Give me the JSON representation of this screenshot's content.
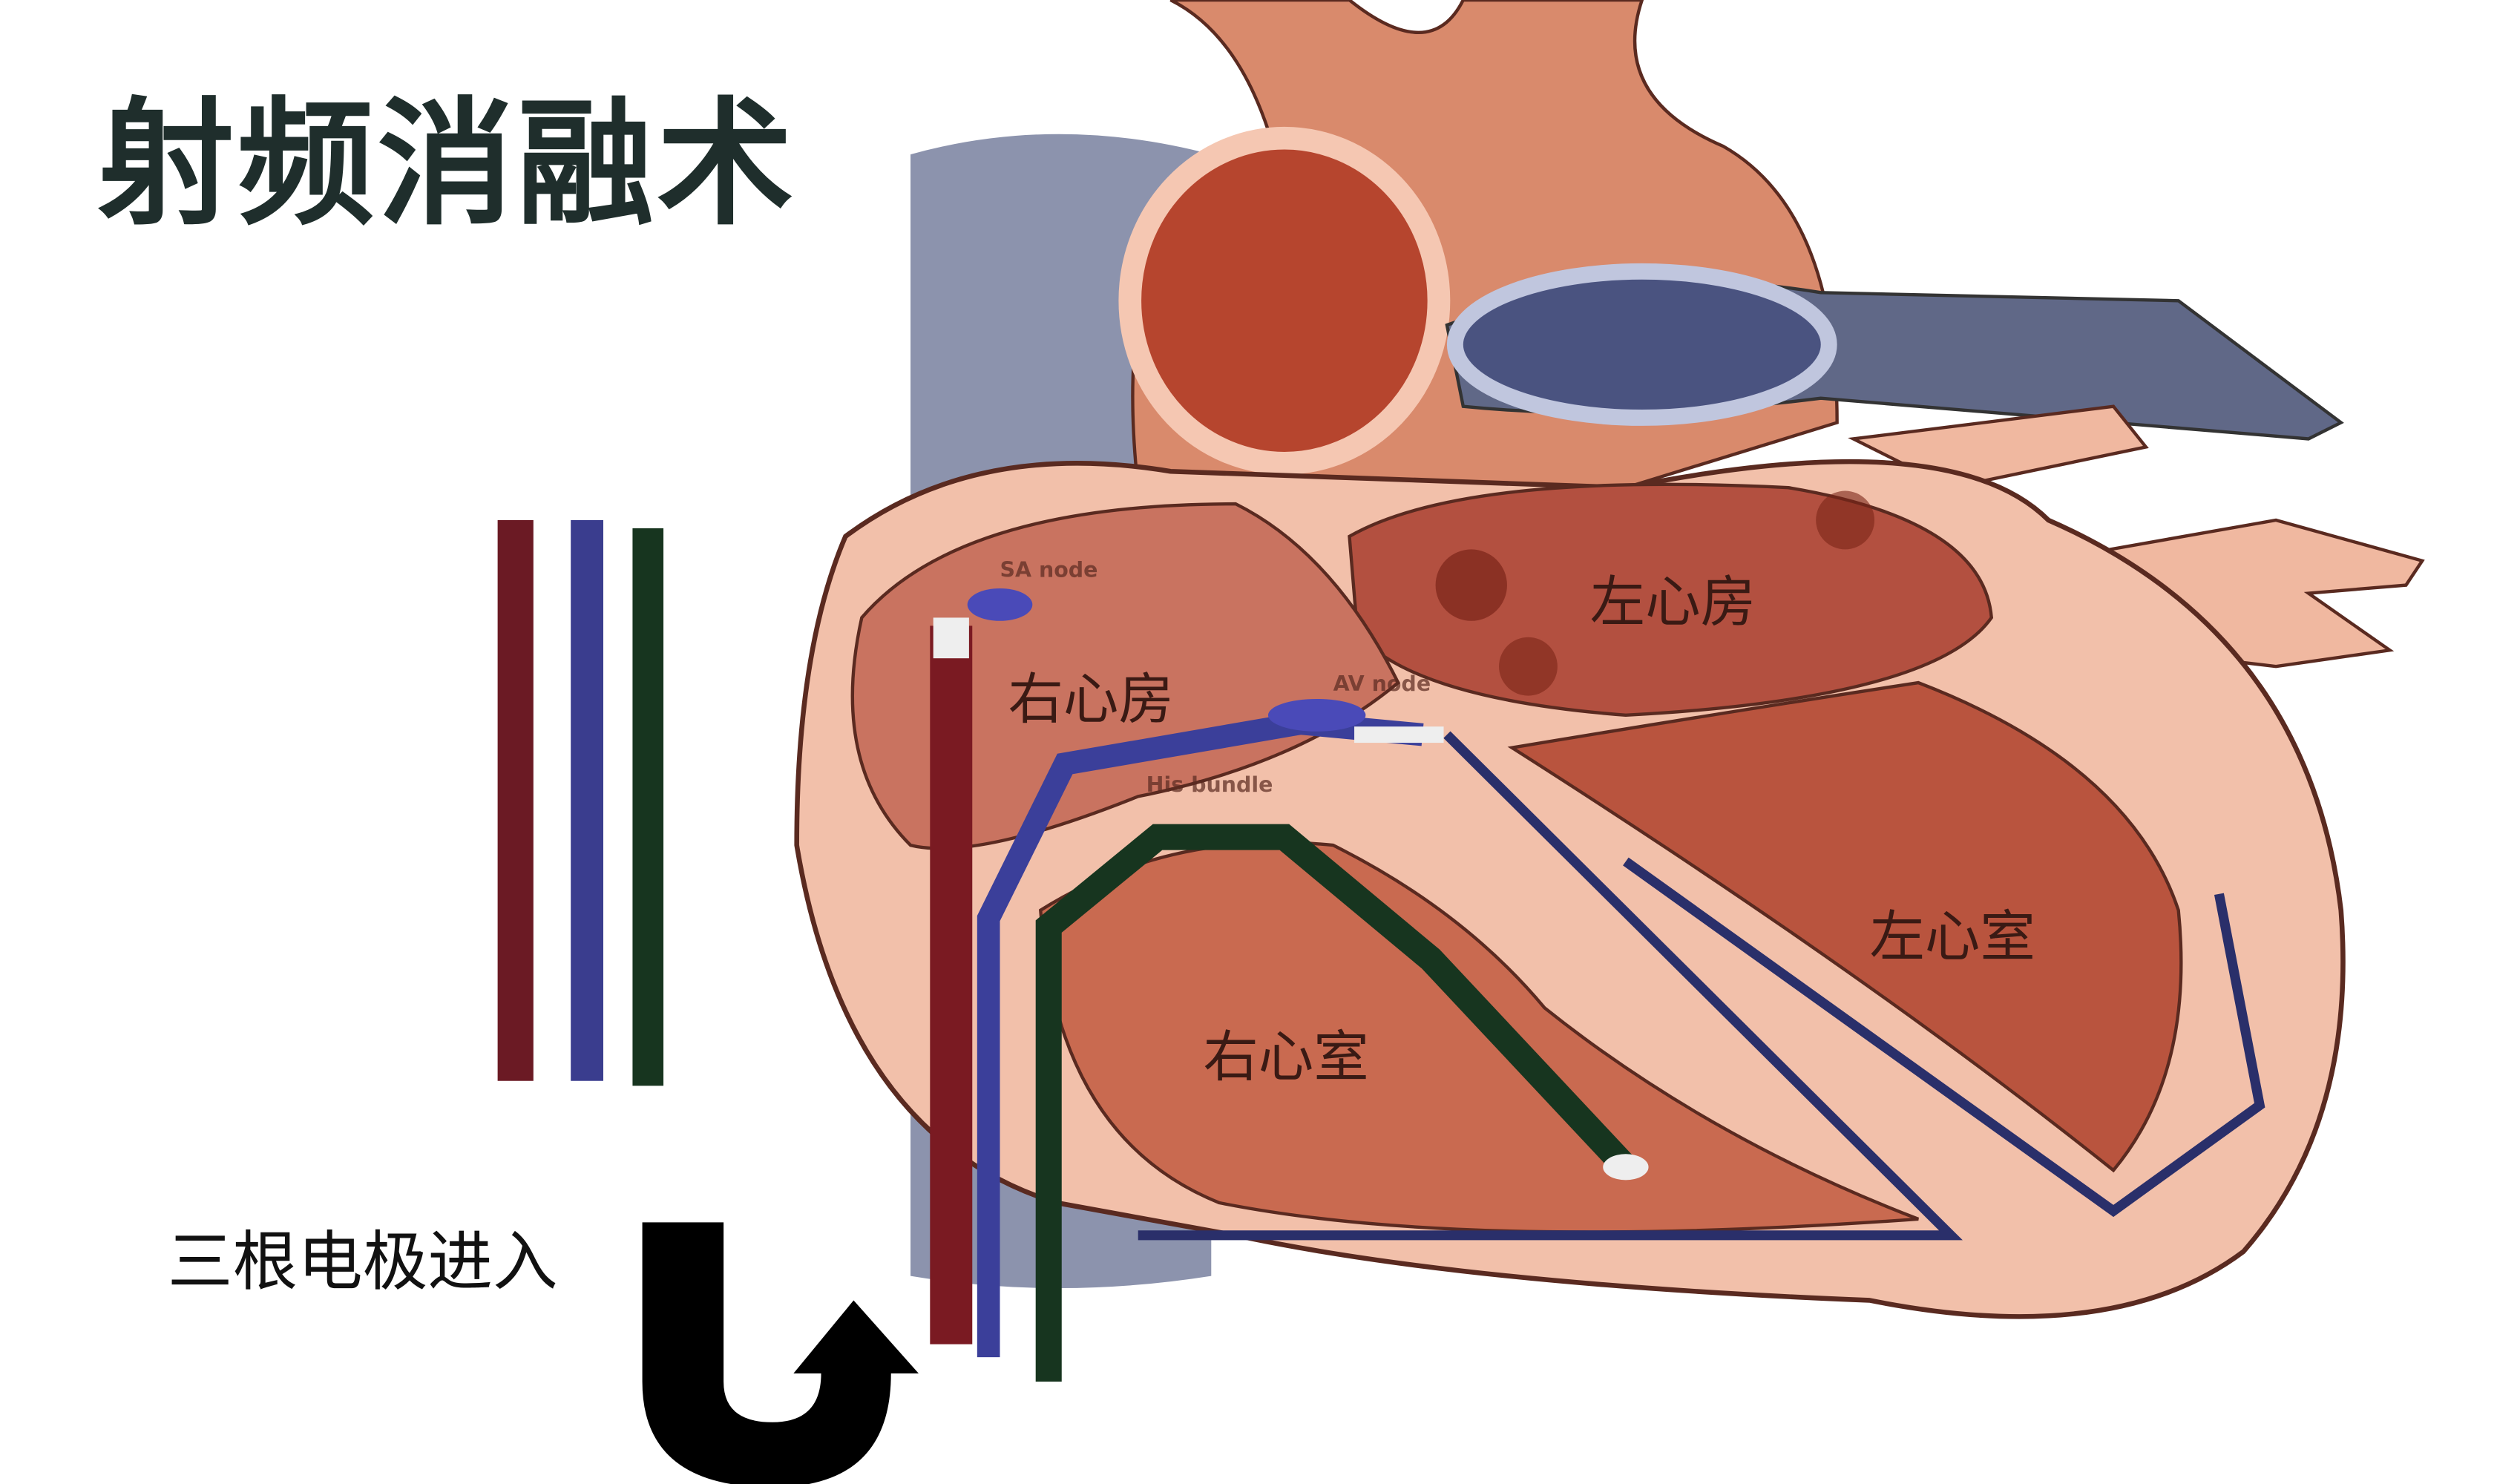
{
  "title": "射频消融术",
  "caption": "三根电极进入",
  "labels": {
    "left_atrium": "左心房",
    "right_atrium": "右心房",
    "left_ventricle": "左心室",
    "right_ventricle": "右心室",
    "sa_node": "SA node",
    "av_node": "AV node",
    "his_bundle": "His bundle"
  },
  "colors": {
    "electrode_red": "#7a1a22",
    "electrode_blue": "#3b3f9a",
    "electrode_green": "#17351f",
    "vena_cava": "#8c93ad",
    "heart": "#c96a50",
    "title": "#1f2e2c"
  }
}
